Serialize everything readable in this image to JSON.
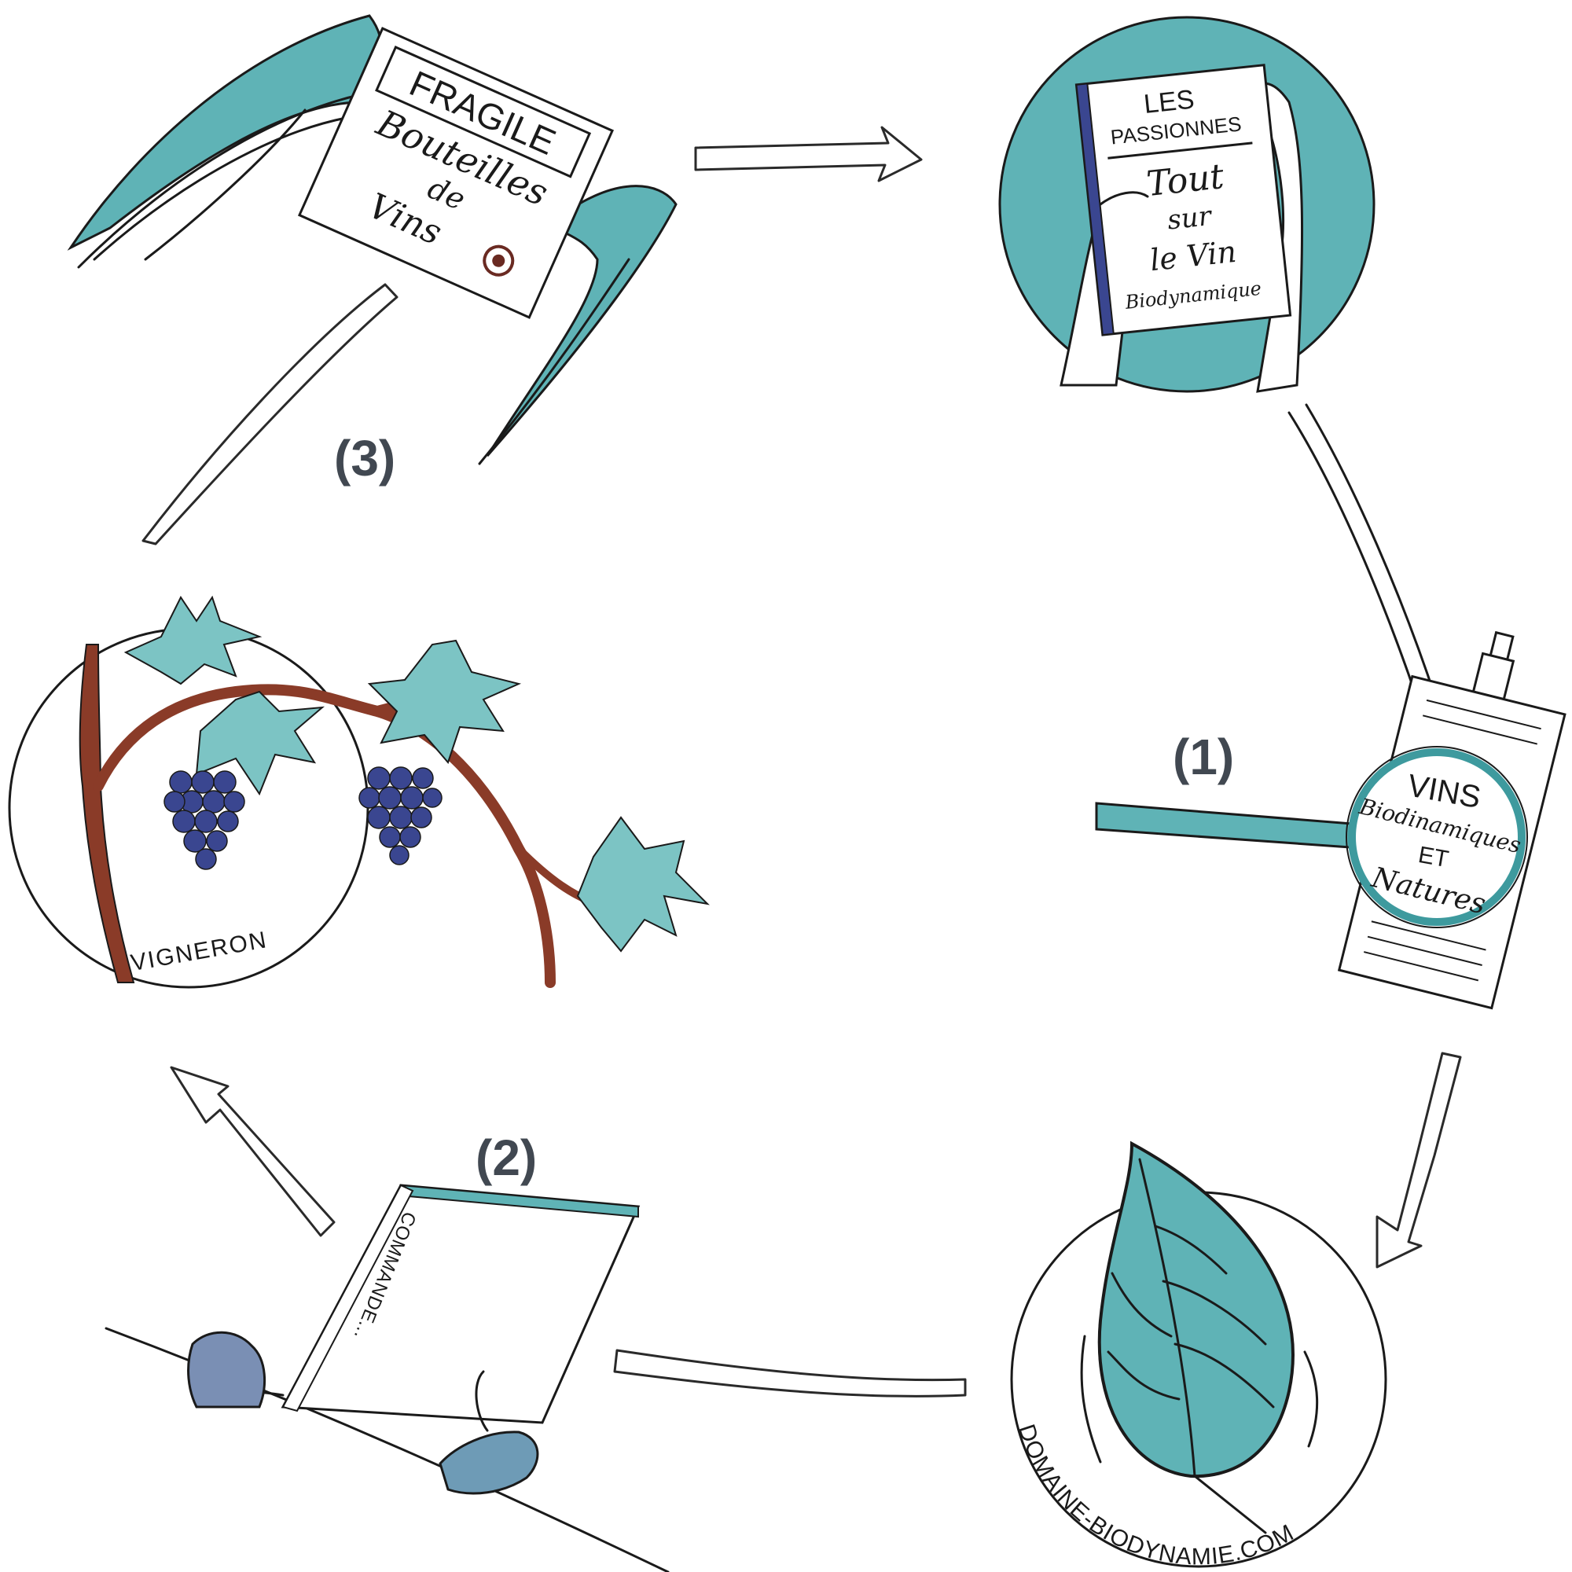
{
  "steps": {
    "one": "(1)",
    "two": "(2)",
    "three": "(3)"
  },
  "parcel": {
    "fragile": "FRAGILE",
    "line1": "Bouteilles",
    "line2": "de",
    "line3": "Vins"
  },
  "magazine": {
    "title1": "LES",
    "title2": "PASSIONNES",
    "line1": "Tout",
    "line2": "sur",
    "line3": "le Vin",
    "line4": "Biodynamique"
  },
  "bottle": {
    "line1": "VINS",
    "line2": "Biodinamiques",
    "line3": "ET",
    "line4": "Natures"
  },
  "leaf": {
    "caption": "DOMAINE-BIODYNAMIE.COM"
  },
  "vine": {
    "caption": "VIGNERON"
  },
  "order": {
    "spine": "COMMANDE..."
  },
  "colors": {
    "teal": "#5fb3b6",
    "teal_dark": "#3e9a9e",
    "vine_brown": "#8a3b28",
    "grape": "#3a4690",
    "shoe": "#7a8fb4",
    "step_text": "#414851"
  }
}
